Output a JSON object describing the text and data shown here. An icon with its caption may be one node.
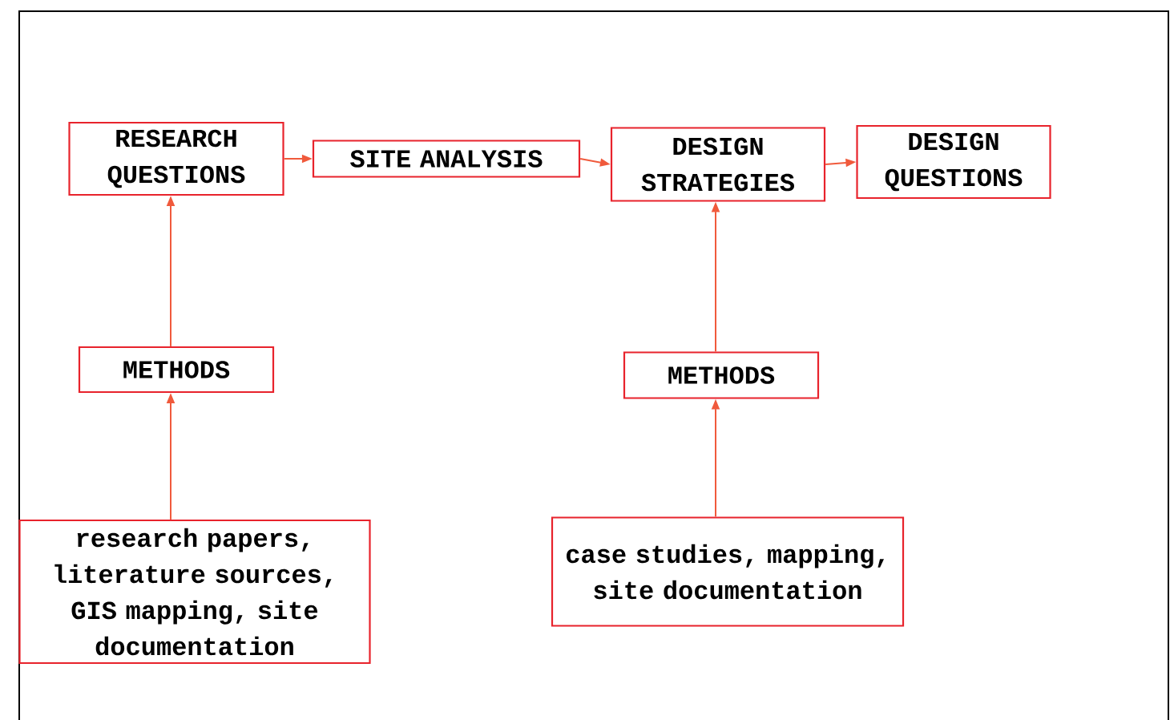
{
  "diagram": {
    "nodes": [
      {
        "text": [
          "RESEARCH QUESTIONS"
        ]
      },
      {
        "text": [
          "SITE ANALYSIS"
        ]
      },
      {
        "text": [
          "DESIGN STRATEGIES"
        ]
      },
      {
        "text": [
          "DESIGN QUESTIONS"
        ]
      },
      {
        "text": [
          "METHODS"
        ]
      },
      {
        "text": [
          "METHODS"
        ]
      },
      {
        "text": [
          "research papers, literature sources, GIS mapping, site documentation"
        ]
      },
      {
        "text": [
          "case studies, mapping, site documentation"
        ]
      }
    ],
    "edges": [
      {
        "from": 0,
        "to": 1,
        "arrow": "to"
      },
      {
        "from": 1,
        "to": 2,
        "arrow": "to"
      },
      {
        "from": 2,
        "to": 3,
        "arrow": "to"
      },
      {
        "from": 4,
        "to": 0,
        "arrow": "to"
      },
      {
        "from": 6,
        "to": 4,
        "arrow": "to"
      },
      {
        "from": 5,
        "to": 2,
        "arrow": "to"
      },
      {
        "from": 7,
        "to": 5,
        "arrow": "to"
      }
    ]
  }
}
